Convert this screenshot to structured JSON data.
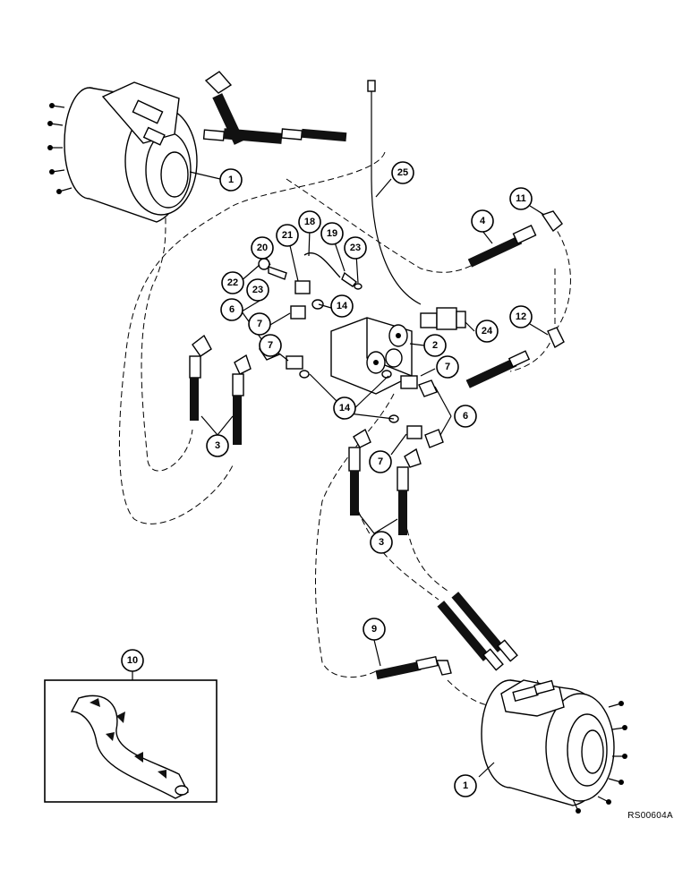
{
  "reference_code": "RS00604A",
  "callouts": [
    {
      "label": "1"
    },
    {
      "label": "1"
    },
    {
      "label": "2"
    },
    {
      "label": "3"
    },
    {
      "label": "3"
    },
    {
      "label": "4"
    },
    {
      "label": "6"
    },
    {
      "label": "6"
    },
    {
      "label": "7"
    },
    {
      "label": "7"
    },
    {
      "label": "7"
    },
    {
      "label": "7"
    },
    {
      "label": "9"
    },
    {
      "label": "10"
    },
    {
      "label": "11"
    },
    {
      "label": "12"
    },
    {
      "label": "14"
    },
    {
      "label": "14"
    },
    {
      "label": "18"
    },
    {
      "label": "19"
    },
    {
      "label": "20"
    },
    {
      "label": "21"
    },
    {
      "label": "22"
    },
    {
      "label": "23"
    },
    {
      "label": "23"
    },
    {
      "label": "24"
    },
    {
      "label": "25"
    }
  ]
}
